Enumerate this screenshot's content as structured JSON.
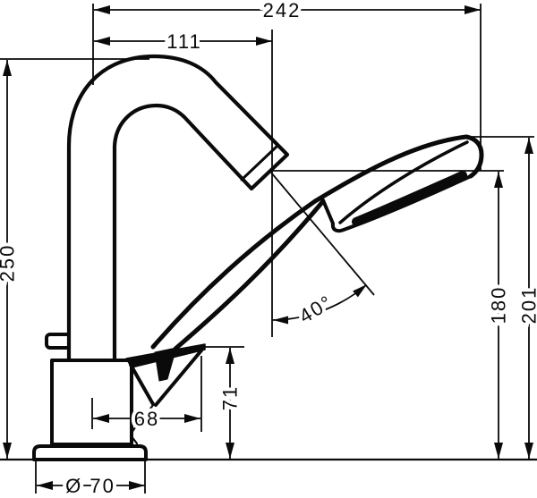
{
  "drawing": {
    "ink_color": "#0a0a0a",
    "background_color": "#ffffff",
    "dimensions": {
      "overall_reach": "242",
      "spout_reach": "111",
      "spout_height": "250",
      "outlet_height": "180",
      "handshower_top_height": "201",
      "holder_offset": "68",
      "holder_rim_height": "71",
      "base_diameter": "Ø 70",
      "holder_angle": "40°"
    }
  }
}
